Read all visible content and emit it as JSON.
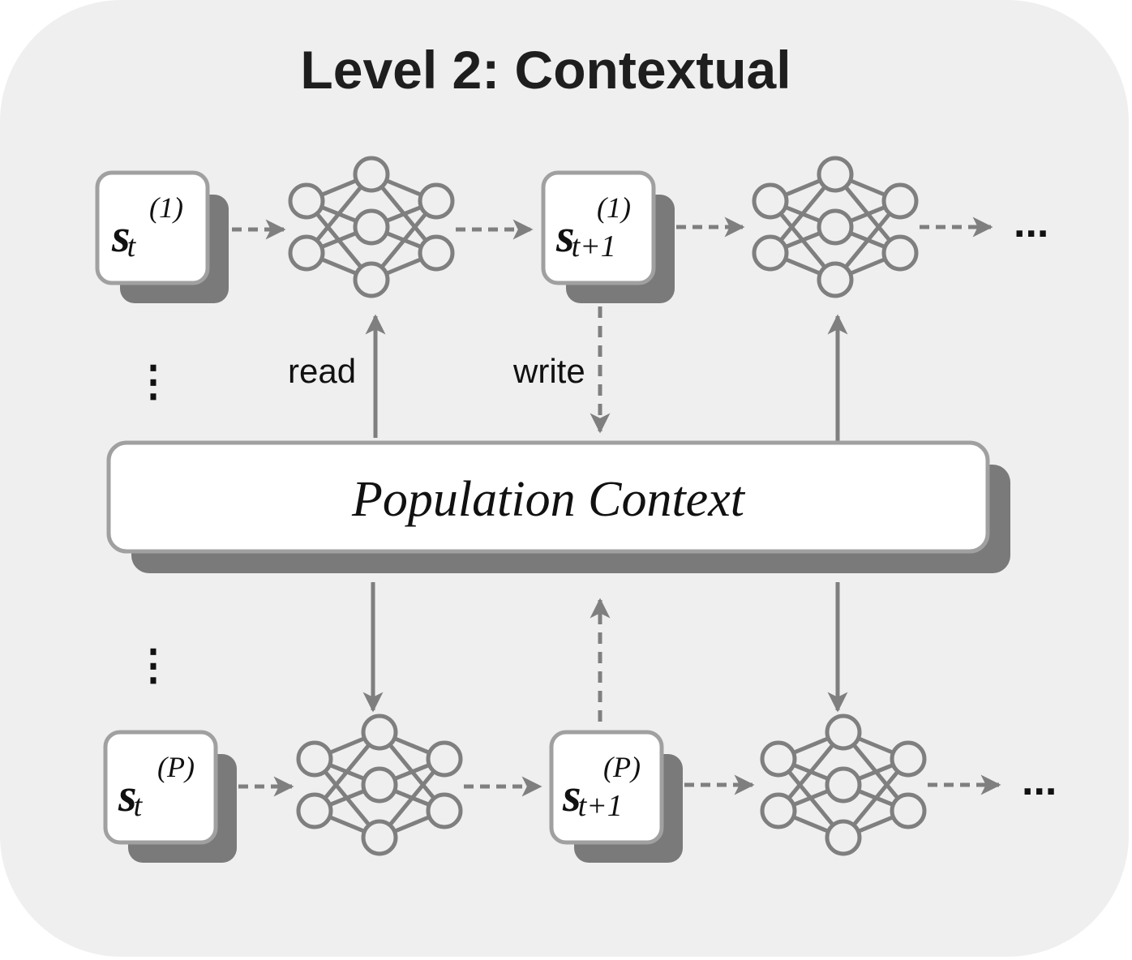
{
  "title": "Level 2: Contextual",
  "states": [
    {
      "id": "s-t-1",
      "base": "s",
      "sub": "t",
      "sup": "(1)"
    },
    {
      "id": "s-t1-1",
      "base": "s",
      "sub": "t+1",
      "sup": "(1)"
    },
    {
      "id": "s-t-p",
      "base": "s",
      "sub": "t",
      "sup": "(P)"
    },
    {
      "id": "s-t1-p",
      "base": "s",
      "sub": "t+1",
      "sup": "(P)"
    }
  ],
  "labels": {
    "read": "read",
    "write": "write",
    "context": "Population Context",
    "ellipsis_h": "...",
    "ellipsis_v": "⋮"
  },
  "colors": {
    "panel": "#efefef",
    "stroke": "#7f7f7f",
    "box_border": "#a0a0a0",
    "shadow": "#7a7a7a",
    "text": "#111111"
  },
  "icons": [
    "neural-network-icon"
  ]
}
